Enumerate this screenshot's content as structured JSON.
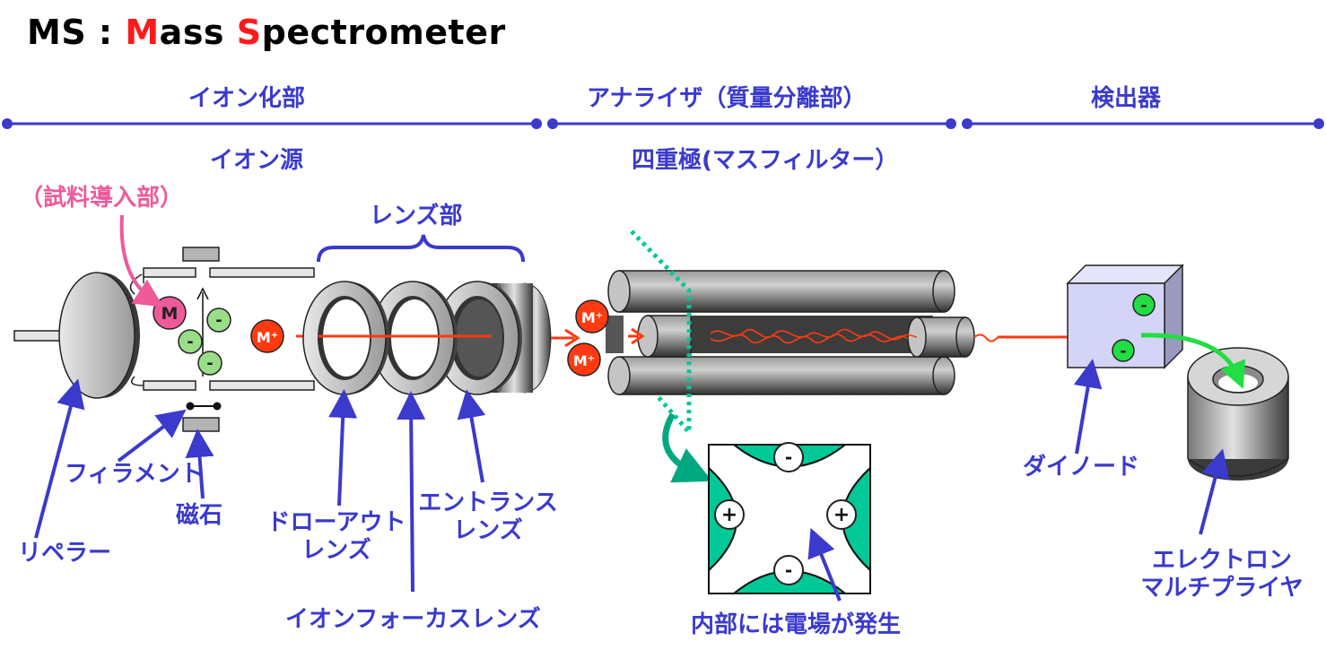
{
  "title": {
    "prefix": "MS : ",
    "m": "M",
    "ass": "ass ",
    "s": "S",
    "rest": "pectrometer"
  },
  "sections": {
    "ionization": "イオン化部",
    "analyzer": "アナライザ（質量分離部）",
    "detector": "検出器"
  },
  "subsections": {
    "ion_source": "イオン源",
    "quadrupole": "四重極(マスフィルター）"
  },
  "labels": {
    "sample_inlet": "（試料導入部）",
    "lens_section": "レンズ部",
    "repeller": "リペラー",
    "filament": "フィラメント",
    "magnet": "磁石",
    "drawout_lens_1": "ドローアウト",
    "drawout_lens_2": "レンズ",
    "ion_focus_lens": "イオンフォーカスレンズ",
    "entrance_lens_1": "エントランス",
    "entrance_lens_2": "レンズ",
    "electric_field": "内部には電場が発生",
    "dynode": "ダイノード",
    "electron_multiplier_1": "エレクトロン",
    "electron_multiplier_2": "マルチプライヤ"
  },
  "particles": {
    "molecule": "M",
    "ion": "M⁺",
    "electron": "-",
    "plus": "+",
    "minus": "-"
  },
  "colors": {
    "label_blue": "#3a3acc",
    "pink": "#ee5a9a",
    "title_red": "#ff1a1a",
    "beam": "#ff3a10",
    "teal": "#00c896",
    "electron_green": "#99dd88",
    "detector_green": "#22dd44",
    "detector_box": "#d4d4f6"
  }
}
